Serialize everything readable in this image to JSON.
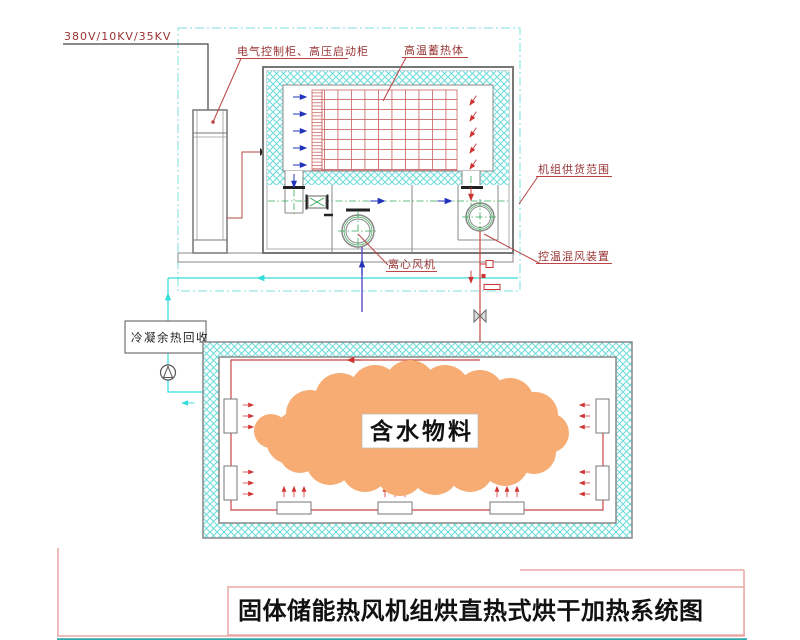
{
  "labels": {
    "power": "380V/10KV/35KV",
    "cabinet": "电气控制柜、高压启动柜",
    "storage": "高温蓄热体",
    "scope": "机组供货范围",
    "mixer": "控温混风装置",
    "fan": "离心风机",
    "recovery": "冷凝余热回收",
    "material": "含水物料",
    "title": "固体储能热风机组烘直热式烘干加热系统图"
  },
  "colors": {
    "insulation_cyan": "#6FDCDC",
    "hot_pipe_red": "#CC4444",
    "cold_pipe_cyan": "#35DCDC",
    "grid_red": "#CC6666",
    "frame_pink": "#EBA7A7",
    "label_maroon": "#993333",
    "power_red": "#CC2222",
    "arrow_blue": "#2233BB",
    "cloud_orange": "#F6AC72",
    "centerline_green": "#33AA55",
    "bottom_bar_teal": "#2FA8A8"
  }
}
